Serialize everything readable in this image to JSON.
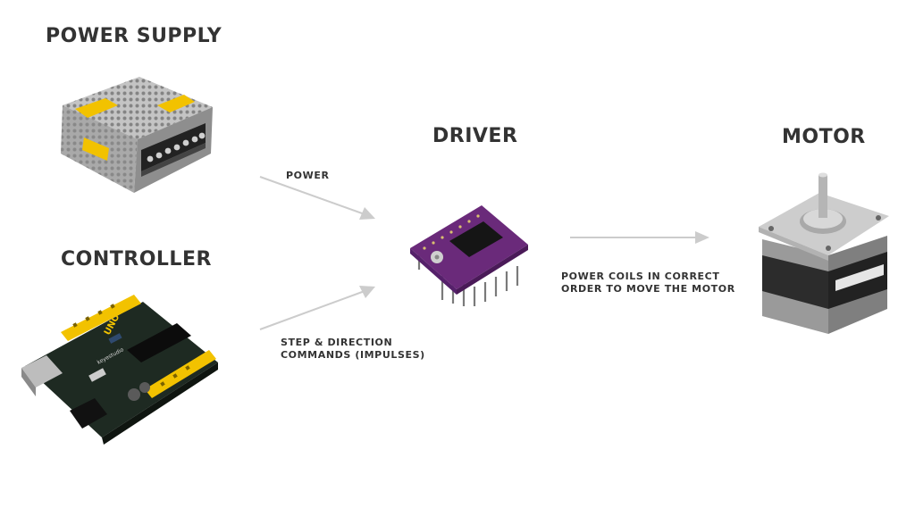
{
  "diagram": {
    "titles": {
      "power_supply": "POWER SUPPLY",
      "controller": "CONTROLLER",
      "driver": "DRIVER",
      "motor": "MOTOR"
    },
    "labels": {
      "power": "POWER",
      "step_line1": "STEP & DIRECTION",
      "step_line2": "COMMANDS (IMPULSES)",
      "coils_line1": "POWER COILS IN CORRECT",
      "coils_line2": "ORDER TO MOVE THE MOTOR"
    },
    "board_text": {
      "uno": "UNO",
      "brand": "keyestudio"
    },
    "colors": {
      "text": "#333333",
      "arrow": "#cccccc",
      "driver_pcb": "#6a2a7a",
      "psu_case": "#b8b8b8",
      "psu_label": "#f2c200",
      "arduino_pcb": "#1e2a22",
      "header_yellow": "#f2c200",
      "motor_body": "#c9c9c9"
    }
  }
}
